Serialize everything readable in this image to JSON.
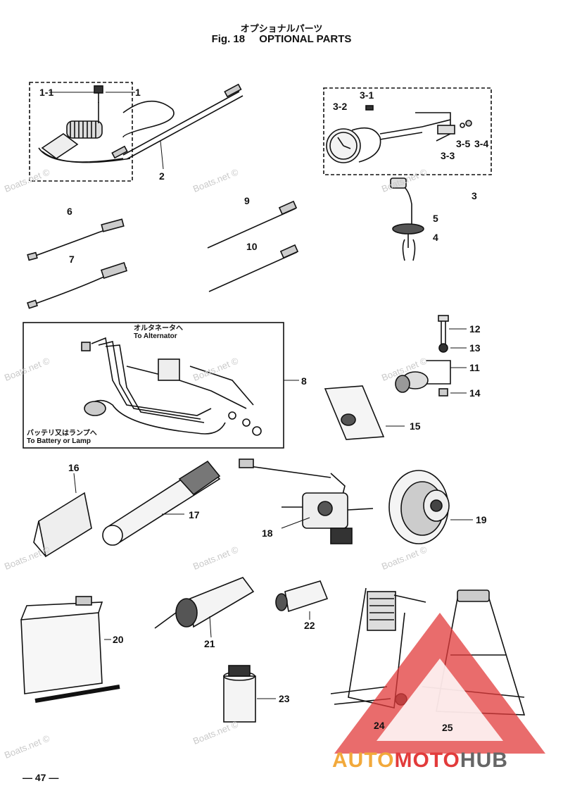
{
  "header": {
    "title_jp": "オプショナルパーツ",
    "fig": "Fig. 18",
    "title": "OPTIONAL PARTS"
  },
  "labels": {
    "l1_1": "1-1",
    "l1": "1",
    "l2": "2",
    "l3_1": "3-1",
    "l3_2": "3-2",
    "l3_3": "3-3",
    "l3_4": "3-4",
    "l3_5": "3-5",
    "l3": "3",
    "l4": "4",
    "l5": "5",
    "l6": "6",
    "l7": "7",
    "l8": "8",
    "l9": "9",
    "l10": "10",
    "l11": "11",
    "l12": "12",
    "l13": "13",
    "l14": "14",
    "l15": "15",
    "l16": "16",
    "l17": "17",
    "l18": "18",
    "l19": "19",
    "l20": "20",
    "l21": "21",
    "l22": "22",
    "l23": "23",
    "l24": "24",
    "l25": "25"
  },
  "notes": {
    "alt_jp": "オルタネータへ",
    "alt_en": "To Alternator",
    "bat_jp": "バッテリ又はランプへ",
    "bat_en": "To Battery or Lamp"
  },
  "watermark": "Boats.net ©",
  "page_number": "— 47 —",
  "brand": {
    "part1": "AUTO",
    "part2": "MOTO",
    "part3": "HUB"
  },
  "colors": {
    "brand_orange": "#f2a93b",
    "brand_red": "#e23b3b",
    "brand_gray": "#666666"
  }
}
